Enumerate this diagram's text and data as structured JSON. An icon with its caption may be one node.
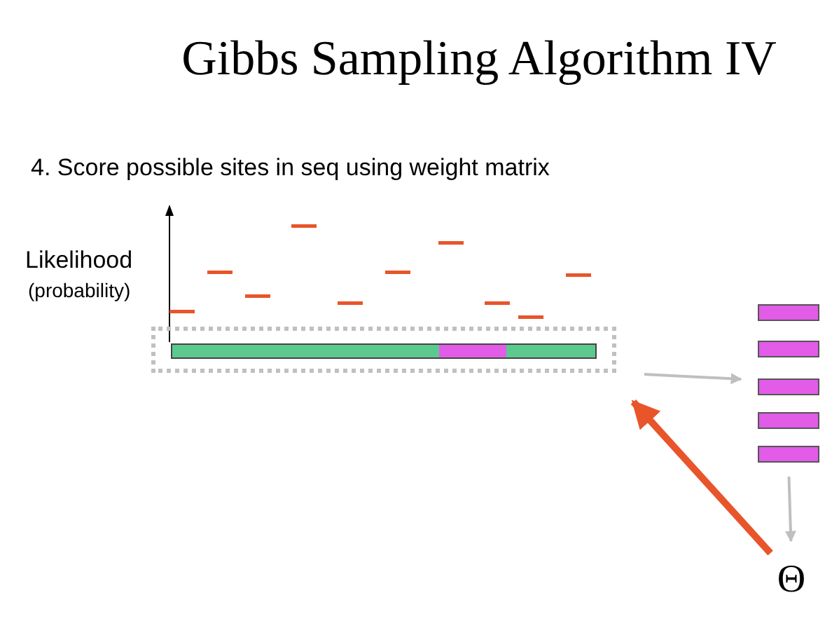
{
  "diagram": {
    "title": "Gibbs Sampling Algorithm IV",
    "nodes": [
      {
        "text": [],
        "shape": "box"
      },
      {
        "text": [],
        "shape": "bar"
      },
      {
        "text": [
          "Θ"
        ]
      }
    ],
    "edges": [
      {
        "from": 0,
        "to": 1,
        "arrow": "to"
      },
      {
        "from": 1,
        "to": 2,
        "arrow": "to"
      },
      {
        "from": 2,
        "to": 0,
        "arrow": "to",
        "style": "thick",
        "color": "#e8552a"
      }
    ],
    "labels": [
      "4. Score possible sites in seq using weight matrix",
      "Likelihood",
      "(probability)"
    ]
  }
}
